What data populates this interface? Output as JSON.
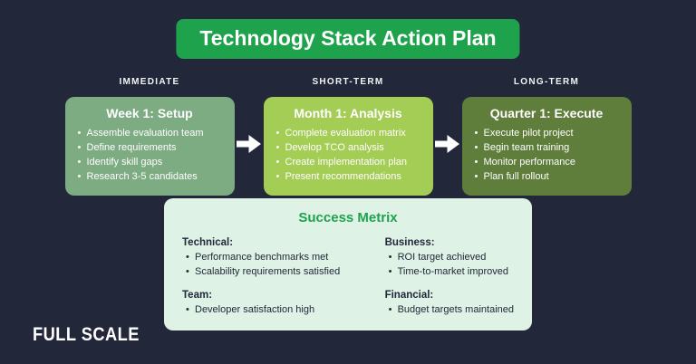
{
  "page": {
    "background": "#222839"
  },
  "banner": {
    "label": "Technology Stack Action Plan",
    "bg": "#1fa24c",
    "text_color": "#ffffff"
  },
  "columns": [
    {
      "phase": "IMMEDIATE",
      "card": {
        "title": "Week 1: Setup",
        "bg": "#7dab82",
        "items": [
          "Assemble evaluation team",
          "Define requirements",
          "Identify skill gaps",
          "Research 3-5 candidates"
        ]
      }
    },
    {
      "phase": "SHORT-TERM",
      "card": {
        "title": "Month 1: Analysis",
        "bg": "#a4cd55",
        "items": [
          "Complete evaluation matrix",
          "Develop TCO analysis",
          "Create implementation plan",
          "Present recommendations"
        ]
      }
    },
    {
      "phase": "LONG-TERM",
      "card": {
        "title": "Quarter 1: Execute",
        "bg": "#5f7d3b",
        "items": [
          "Execute pilot project",
          "Begin team training",
          "Monitor performance",
          "Plan full rollout"
        ]
      }
    }
  ],
  "success": {
    "title": "Success Metrix",
    "bg": "#def2e6",
    "title_color": "#1fa24c",
    "sections": [
      {
        "heading": "Technical:",
        "items": [
          "Performance benchmarks met",
          "Scalability requirements satisfied"
        ]
      },
      {
        "heading": "Business:",
        "items": [
          "ROI target achieved",
          "Time-to-market improved"
        ]
      },
      {
        "heading": "Team:",
        "items": [
          "Developer satisfaction high"
        ]
      },
      {
        "heading": "Financial:",
        "items": [
          "Budget targets maintained"
        ]
      }
    ]
  },
  "logo": {
    "text": "FULL SCALE"
  }
}
